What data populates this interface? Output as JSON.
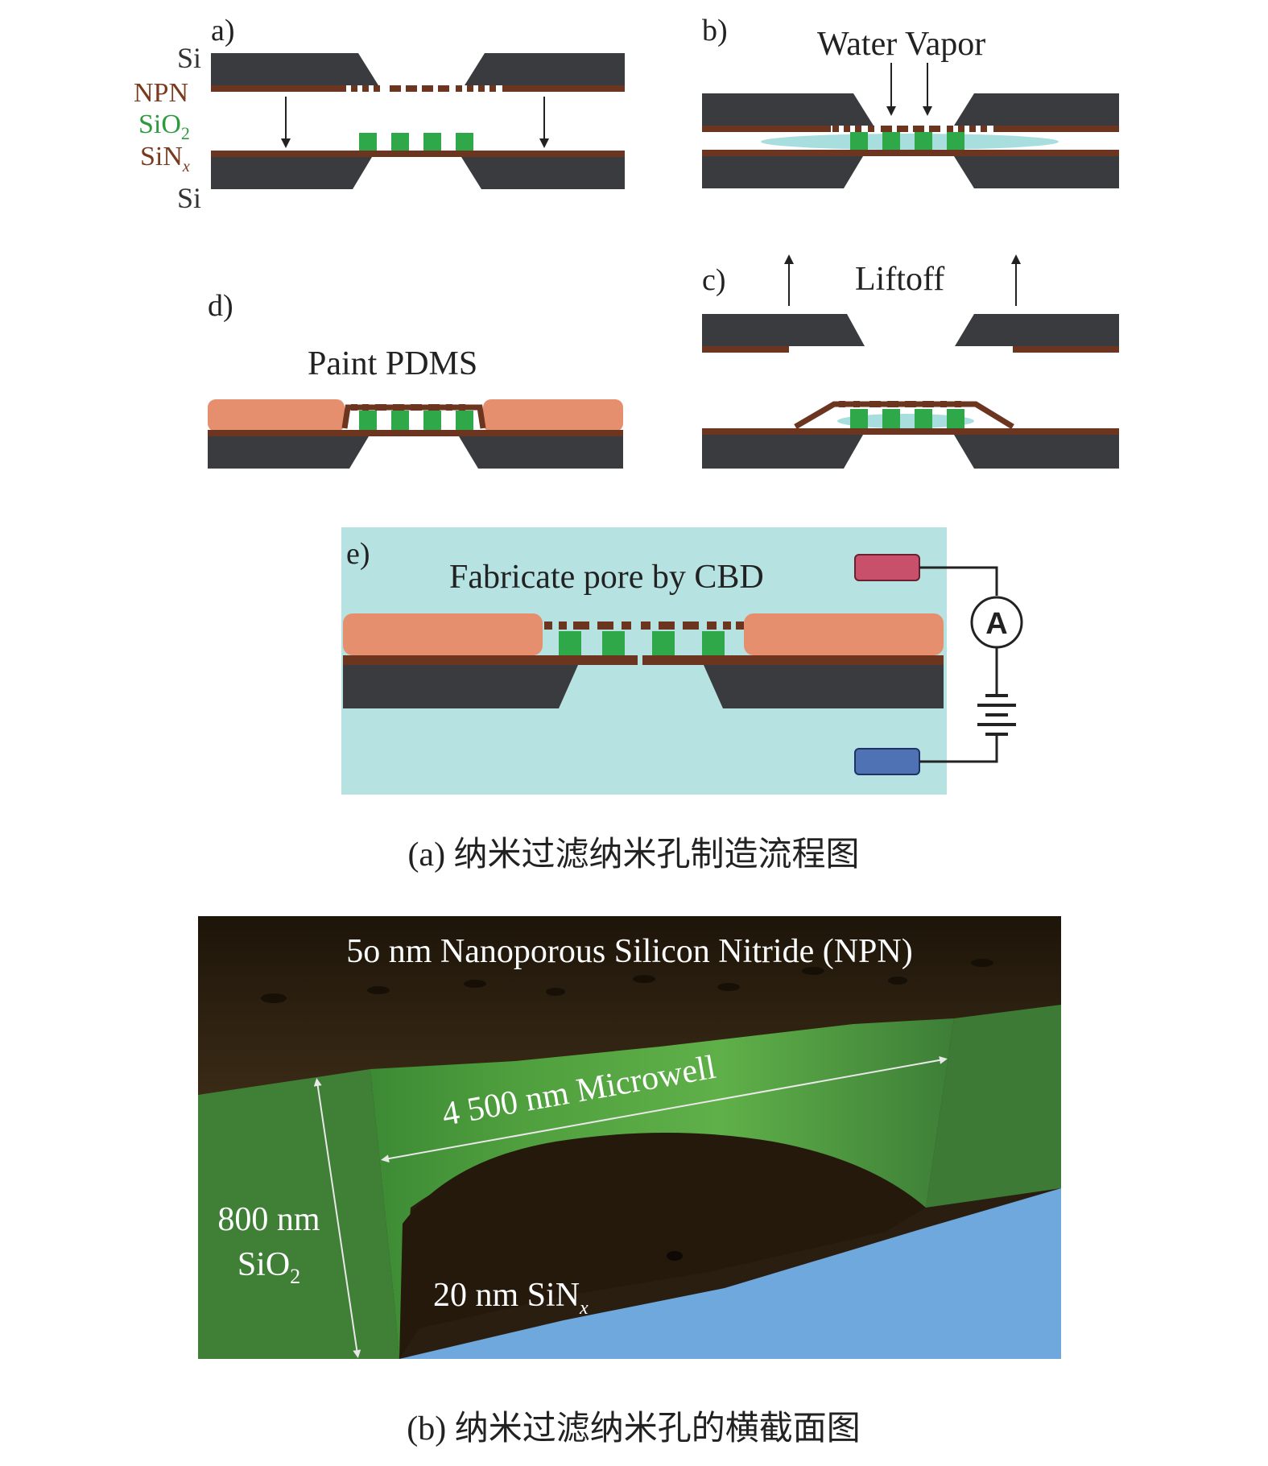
{
  "panel_a": {
    "label": "a)",
    "layers": {
      "si_top": "Si",
      "npn": "NPN",
      "sio2_base": "SiO",
      "sio2_sub": "2",
      "sinx_base": "SiN",
      "sinx_sub": "x",
      "si_bottom": "Si"
    }
  },
  "panel_b": {
    "label": "b)",
    "title": "Water Vapor"
  },
  "panel_c": {
    "label": "c)",
    "title": "Liftoff"
  },
  "panel_d": {
    "label": "d)",
    "title": "Paint PDMS"
  },
  "panel_e": {
    "label": "e)",
    "title": "Fabricate pore by CBD",
    "ammeter": "A"
  },
  "caption_a": "(a) 纳米过滤纳米孔制造流程图",
  "image_b": {
    "npn_label": "5o nm Nanoporous Silicon Nitride (NPN)",
    "microwell_label": "4 500 nm Microwell",
    "sio2_line1": "800 nm",
    "sio2_line2_base": "SiO",
    "sio2_line2_sub": "2",
    "sinx_base": "20 nm SiN",
    "sinx_sub": "x"
  },
  "caption_b": "(b) 纳米过滤纳米孔的横截面图",
  "colors": {
    "silicon": "#3a3b3e",
    "npn": "#6b3520",
    "sio2": "#2fa84a",
    "sinx": "#6b3520",
    "pdms": "#e58f6f",
    "water": "#a8dedd",
    "buffer": "#b6e2e2",
    "npn_label": "#7a3a1c",
    "sio2_label": "#2e9a3e",
    "sinx_label": "#7a3a1c",
    "electrode_top": "#c8506a",
    "electrode_bottom": "#4e72b4",
    "photo_dark": "#2a1e10",
    "photo_green": "#4f9a3c",
    "photo_blue": "#6fa8dc"
  }
}
